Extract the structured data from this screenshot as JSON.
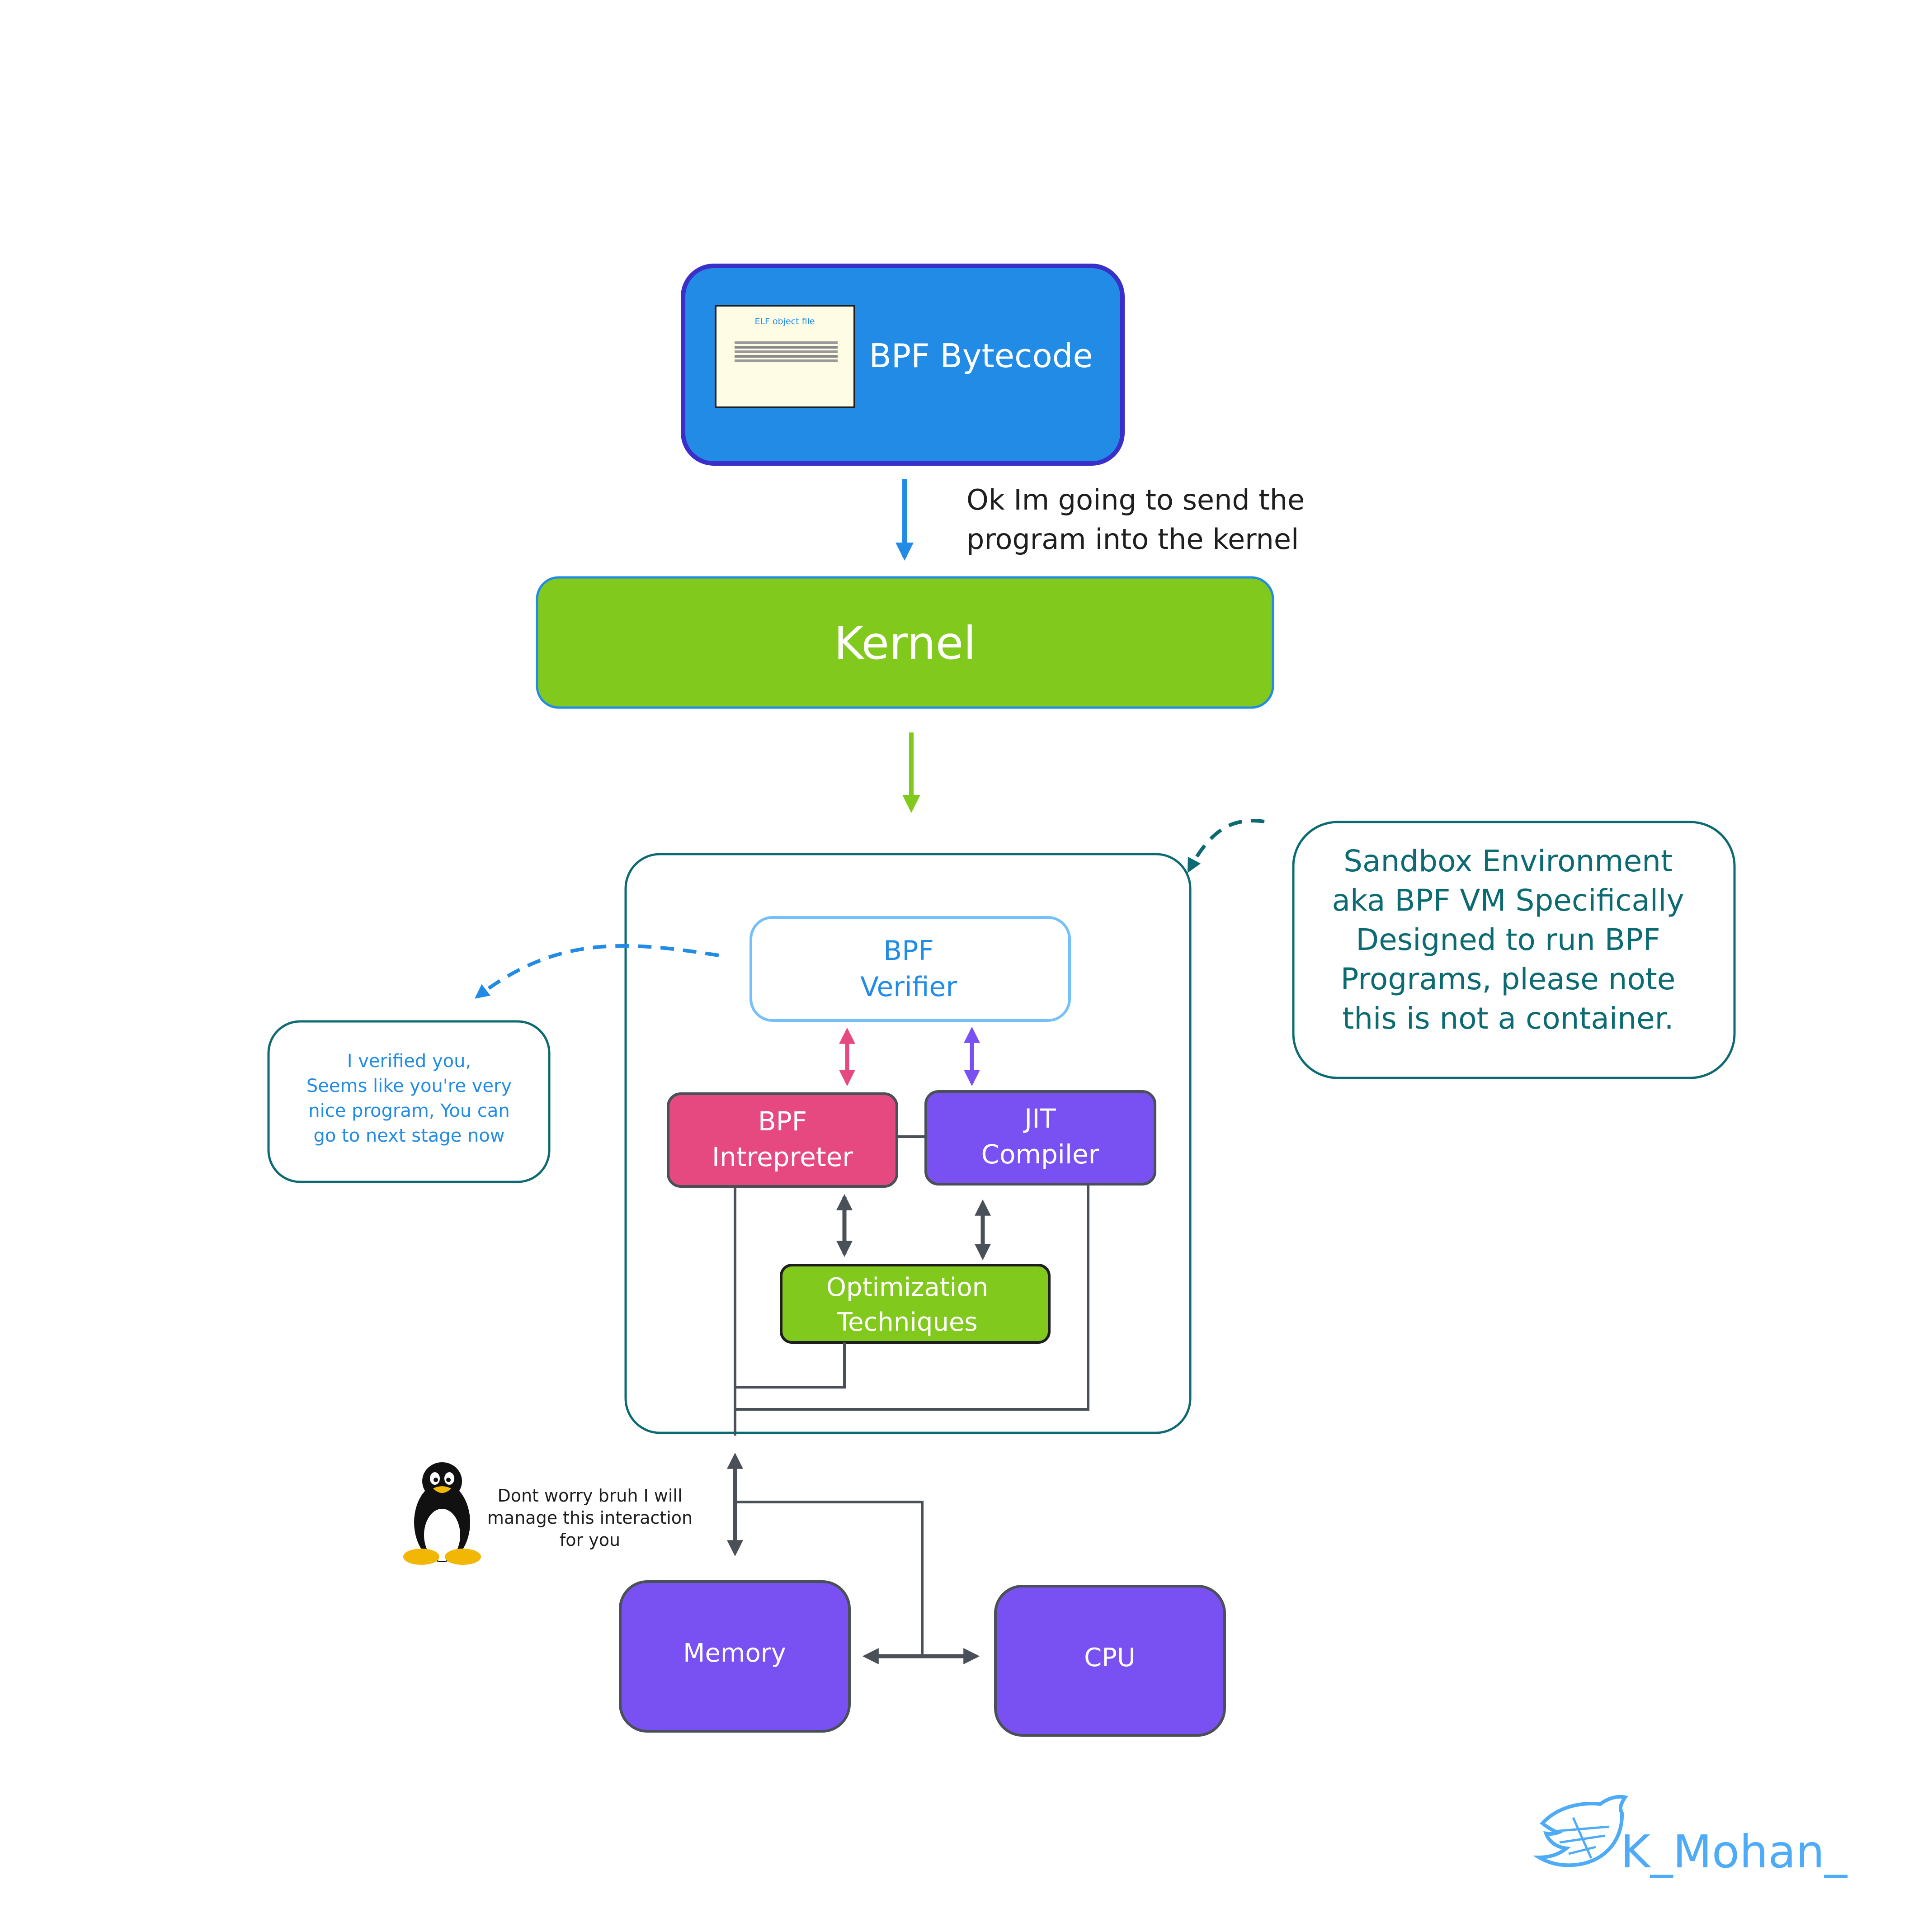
{
  "nodes": {
    "bytecode": {
      "label": "BPF Bytecode",
      "fill": "#228be6",
      "stroke": "#3b2fc9"
    },
    "elf_card": {
      "title": "ELF object file"
    },
    "kernel": {
      "label": "Kernel",
      "fill": "#82c91e",
      "stroke": "#228be6"
    },
    "sandbox": {
      "stroke": "#0c6b72"
    },
    "verifier": {
      "line1": "BPF",
      "line2": "Verifier",
      "stroke": "#74c0fc",
      "text_color": "#228be6"
    },
    "interpreter": {
      "line1": "BPF",
      "line2": "Intrepreter",
      "fill": "#e64980"
    },
    "jit": {
      "line1": "JIT",
      "line2": "Compiler",
      "fill": "#7950f2"
    },
    "optimization": {
      "line1": "Optimization",
      "line2": "Techniques",
      "fill": "#82c91e"
    },
    "memory": {
      "label": "Memory",
      "fill": "#7950f2"
    },
    "cpu": {
      "label": "CPU",
      "fill": "#7950f2"
    }
  },
  "notes": {
    "kernel_send": {
      "line1": "Ok Im going to send the",
      "line2": "program into the kernel"
    },
    "verified": {
      "lines": [
        "I verified you,",
        "Seems like you're very",
        "nice program, You can",
        "go to next stage now"
      ],
      "color": "#228be6"
    },
    "sandbox_desc": {
      "lines": [
        "Sandbox Environment",
        "aka BPF VM Specifically",
        "Designed to run BPF",
        "Programs, please note",
        "this is not a container."
      ],
      "color": "#0c6b72"
    },
    "linux": {
      "lines": [
        "Dont worry bruh I will",
        "manage this interaction",
        "for you"
      ]
    }
  },
  "watermark": {
    "handle": "K_Mohan_",
    "color": "#4dabf7"
  },
  "icons": {
    "penguin": "tux-penguin-icon",
    "bird": "twitter-bird-icon"
  },
  "colors": {
    "connector": "#495057",
    "pink_arrow": "#e64980",
    "violet_arrow": "#7950f2",
    "blue_arrow": "#228be6",
    "green_arrow": "#82c91e"
  }
}
